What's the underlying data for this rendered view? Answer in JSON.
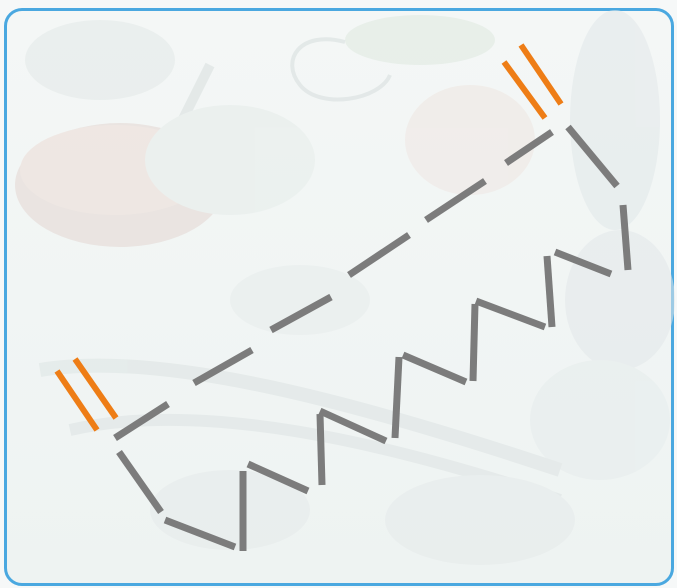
{
  "frame": {
    "border_color": "#4aa8e0"
  },
  "colors": {
    "stick": "#7c7c7c",
    "accent": "#ee7d16",
    "faded_background": "#dfe7e6"
  },
  "icon_names": [
    "spinning-top-icon",
    "computer-mouse-icon",
    "toy-figure-icon",
    "sled-icon"
  ],
  "puzzle": {
    "stick_groups": [
      "dashed-line",
      "upper-zigzag",
      "lower-zigzag"
    ],
    "double_marks": 2
  }
}
